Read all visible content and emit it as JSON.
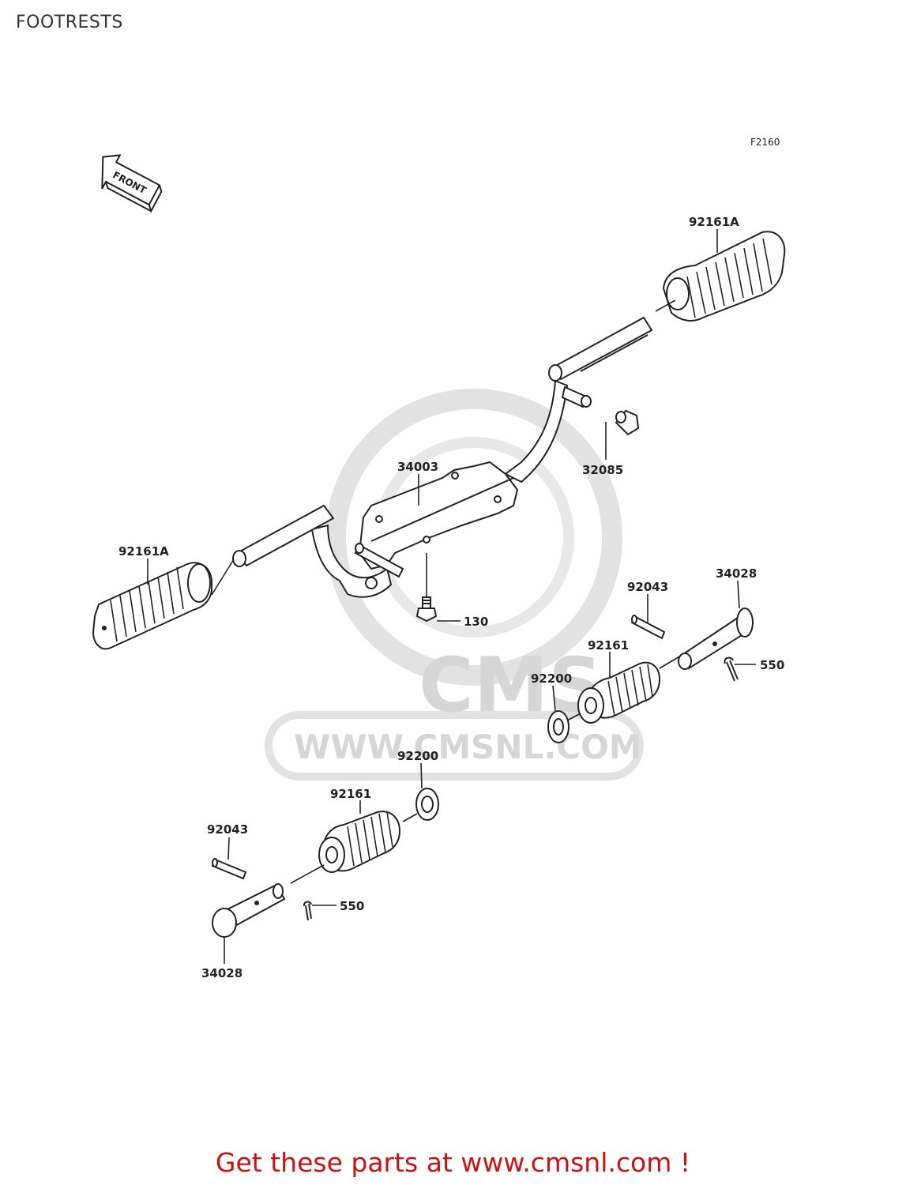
{
  "page": {
    "title": "FOOTRESTS"
  },
  "diagram": {
    "figure_code": "F2160",
    "direction_label": "FRONT",
    "watermark": {
      "brand": "CMS",
      "url": "WWW.CMSNL.COM"
    },
    "parts": {
      "footrest_rubber_right": "92161A",
      "footrest_rubber_left": "92161A",
      "bracket": "34003",
      "cap": "32085",
      "bolt": "130",
      "pin_right": "92043",
      "peg_right": "34028",
      "cotter_right": "550",
      "rubber_right": "92161",
      "washer_right": "92200",
      "washer_left": "92200",
      "rubber_left": "92161",
      "pin_left": "92043",
      "cotter_left": "550",
      "peg_left": "34028"
    }
  },
  "footer": {
    "cta": "Get these parts at www.cmsnl.com !"
  },
  "colors": {
    "cta": "#cc1111",
    "line": "#222222",
    "watermark": "#d6d6d6"
  }
}
